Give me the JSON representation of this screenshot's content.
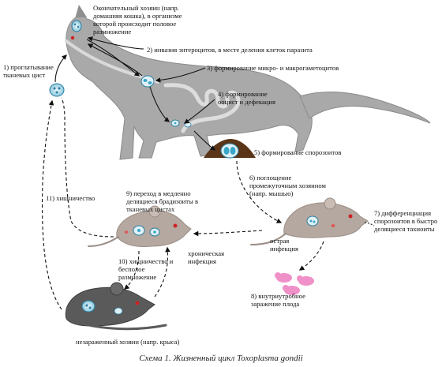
{
  "labels": {
    "definitive_host": "Окончательный хозяин (напр.\nдомашняя кошка), в организме\nкоторой происходит половое\nразмножение",
    "step1": "1) проглатывание\nтканевых цист",
    "step2": "2) инвазия энтероцитов, в месте деления клеток паразита",
    "step3": "3) формирование микро- и макрогаметоцитов",
    "step4": "4) формирование\nооцист и дефекация",
    "step5": "5) формирование спорозоитов",
    "step6": "6) поглощение\nпромежуточным хозяином\n(напр. мышью)",
    "step7": "7) дифференциация\nспорозоитов в быстро\nделящиеся тахиоиты",
    "step8": "8) внутриутробное\nзаражение плода",
    "step9": "9) переход в медленно\nделящиеся брадизоиты в\nтканевых цистах",
    "step10": "10) хищничество и\nбесполое\nразмножение",
    "step11": "11) хищничество",
    "acute": "острая\nинфекция",
    "chronic": "хроническая\nинфекция",
    "uninfected_host": "незараженный хозяин (напр. крыса)"
  },
  "caption": {
    "prefix": "Схема 1. Жизненный цикл ",
    "species": "Toxoplasma gondii"
  },
  "colors": {
    "animal_body": "#9a9a9a",
    "cat_body": "#a9a9a9",
    "rat_body": "#5a5a5a",
    "mouse_body": "#b5a8a0",
    "cyst_blue": "#3aa6c8",
    "eye_red": "#cc2222",
    "fetus_pink": "#f090c8",
    "oocyst_brown": "#5a3518",
    "arrow": "#111111"
  }
}
